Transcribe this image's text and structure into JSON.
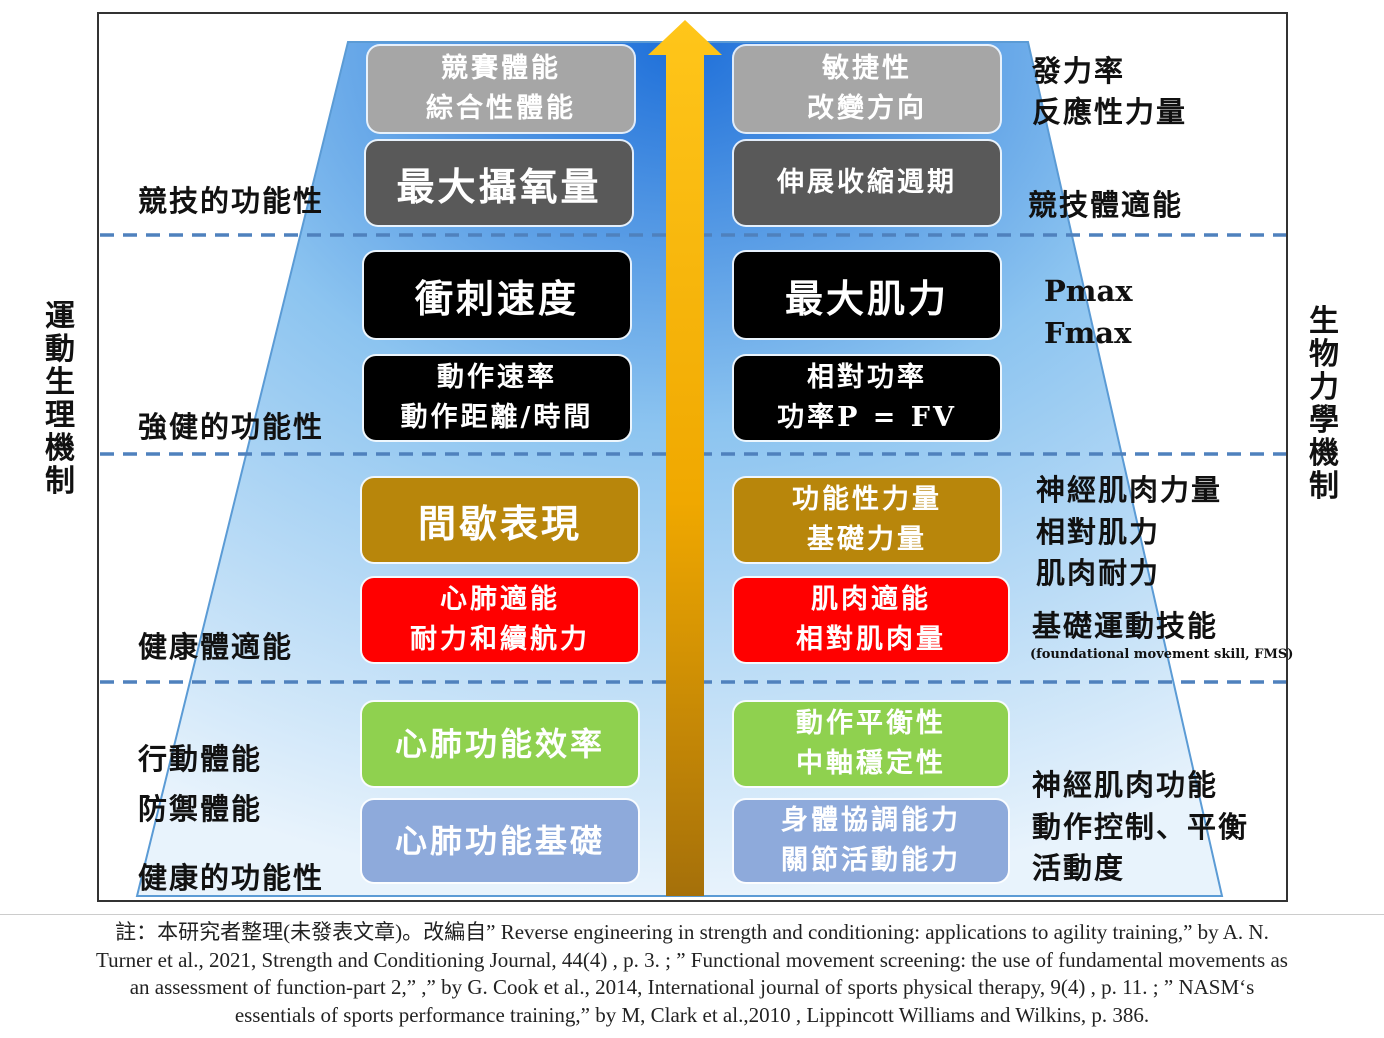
{
  "left_vertical_label": "運動生理機制",
  "right_vertical_label": "生物力學機制",
  "left_labels": {
    "tier1": "競技的功能性",
    "tier2": "強健的功能性",
    "tier3": "健康體適能",
    "tier4_line1": "行動體能",
    "tier4_line2": "防禦體能",
    "tier4_line3": "健康的功能性"
  },
  "right_labels": {
    "tier1_top_line1": "發力率",
    "tier1_top_line2": "反應性力量",
    "tier1_bottom": "競技體適能",
    "tier2_line1": "Pmax",
    "tier2_line2": "Fmax",
    "tier3_line1": "神經肌肉力量",
    "tier3_line2": "相對肌力",
    "tier3_line3": "肌肉耐力",
    "tier3_line4": "基礎運動技能",
    "tier3_note": "(foundational movement skill, FMS)",
    "tier4_line1": "神經肌肉功能",
    "tier4_line2": "動作控制、平衡",
    "tier4_line3": "活動度"
  },
  "boxes": {
    "b1l": {
      "line1": "競賽體能",
      "line2": "綜合性體能"
    },
    "b1r": {
      "line1": "敏捷性",
      "line2": "改變方向"
    },
    "b2l": {
      "line1": "最大攝氧量"
    },
    "b2r": {
      "line1": "伸展收縮週期"
    },
    "b3l": {
      "line1": "衝刺速度"
    },
    "b3r": {
      "line1": "最大肌力"
    },
    "b4l": {
      "line1": "動作速率",
      "line2": "動作距離/時間"
    },
    "b4r": {
      "line1": "相對功率",
      "line2": "功率P = FV"
    },
    "b5l": {
      "line1": "間歇表現"
    },
    "b5r": {
      "line1": "功能性力量",
      "line2": "基礎力量"
    },
    "b6l": {
      "line1": "心肺適能",
      "line2": "耐力和續航力"
    },
    "b6r": {
      "line1": "肌肉適能",
      "line2": "相對肌肉量"
    },
    "b7l": {
      "line1": "心肺功能效率"
    },
    "b7r": {
      "line1": "動作平衡性",
      "line2": "中軸穩定性"
    },
    "b8l": {
      "line1": "心肺功能基礎"
    },
    "b8r": {
      "line1": "身體協調能力",
      "line2": "關節活動能力"
    }
  },
  "footnote": {
    "line1": "註：本研究者整理(未發表文章)。改編自” Reverse engineering in strength and conditioning: applications to agility training,” by A. N.",
    "line2": "Turner et al., 2021, Strength and Conditioning Journal, 44(4) , p. 3. ; ” Functional movement screening: the use of fundamental movements as",
    "line3": "an assessment of function-part 2,” ,” by G. Cook et al., 2014, International journal of sports physical therapy, 9(4) , p. 11. ; ” NASM‘s",
    "line4": "essentials of sports performance training,” by M, Clark et al.,2010 , Lippincott Williams and Wilkins, p. 386."
  },
  "colors": {
    "pyramid_top": "#1e6fd9",
    "pyramid_bottom": "#e6f2fc",
    "arrow": "#f5b800",
    "divider": "#4f81bd",
    "gray": "#a6a6a6",
    "dark_gray": "#595959",
    "black": "#000000",
    "gold": "#b8860b",
    "red": "#ff0000",
    "green": "#8fd14f",
    "steel_blue": "#8eaadb"
  }
}
